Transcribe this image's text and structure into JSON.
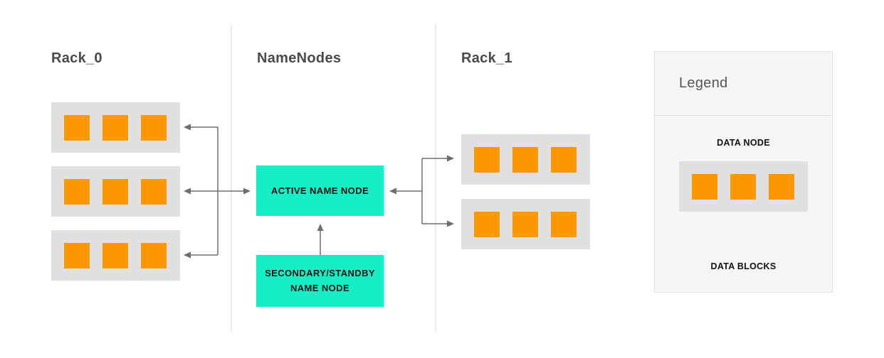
{
  "diagram": {
    "rack0": {
      "title": "Rack_0",
      "nodes": 3,
      "blocks": 3
    },
    "namenodes": {
      "title": "NameNodes",
      "active_label": "ACTIVE NAME NODE",
      "secondary_label_line1": "SECONDARY/STANDBY",
      "secondary_label_line2": "NAME NODE"
    },
    "rack1": {
      "title": "Rack_1",
      "nodes": 2,
      "blocks": 3
    }
  },
  "legend": {
    "title": "Legend",
    "data_node_label": "DATA NODE",
    "data_blocks_label": "DATA BLOCKS",
    "node": {
      "nodes": 1,
      "blocks": 3
    }
  },
  "colors": {
    "orange": "#FB9800",
    "teal": "#16EFC6",
    "box_gray": "#E0E0E0",
    "arrow": "#6E6E6E",
    "divider": "#ECECEC",
    "title_text": "#4A4A4A",
    "label_text": "#111111",
    "legend_bg": "#F6F6F6",
    "legend_border": "#E3E3E3"
  }
}
